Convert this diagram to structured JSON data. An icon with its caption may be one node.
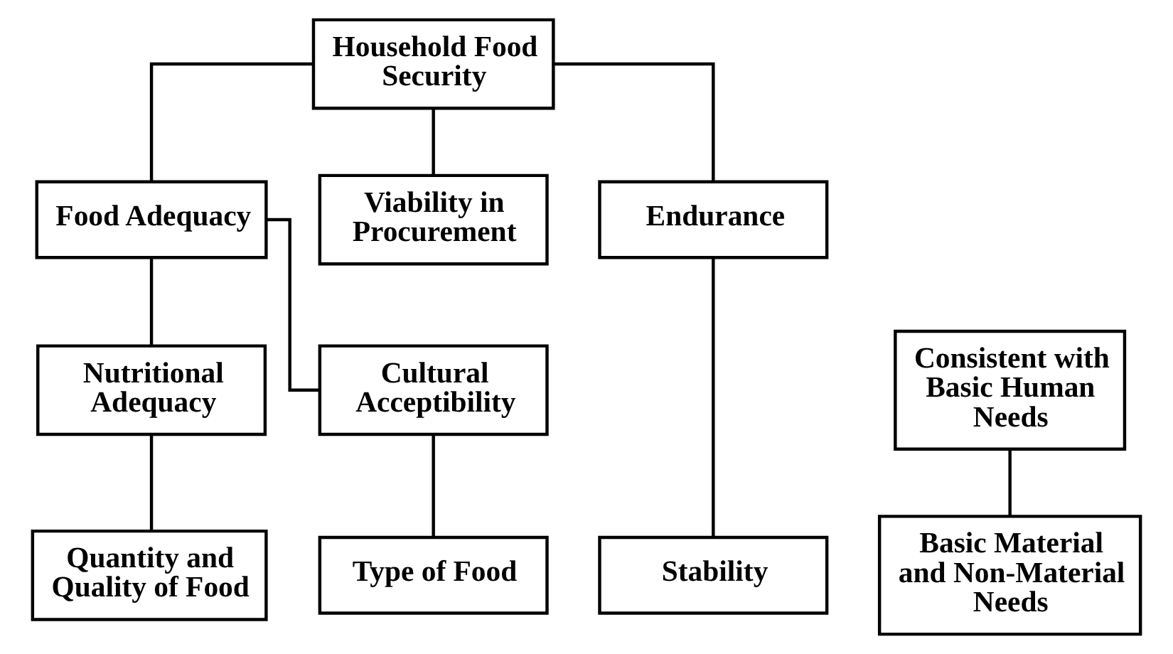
{
  "diagram": {
    "nodes": [
      {
        "text": [
          "Household Food Security"
        ]
      },
      {
        "text": [
          "Food Adequacy"
        ]
      },
      {
        "text": [
          "Viability in Procurement"
        ]
      },
      {
        "text": [
          "Endurance"
        ]
      },
      {
        "text": [
          "Nutritional Adequacy"
        ]
      },
      {
        "text": [
          "Cultural Acceptibility"
        ]
      },
      {
        "text": [
          "Consistent with Basic Human Needs"
        ]
      },
      {
        "text": [
          "Quantity and Quality of Food"
        ]
      },
      {
        "text": [
          "Type of Food"
        ]
      },
      {
        "text": [
          "Basic Material and Non-Material Needs"
        ]
      },
      {
        "text": [
          "Stability"
        ]
      }
    ],
    "edges": [
      {
        "from": 0,
        "to": 1,
        "arrow": "none"
      },
      {
        "from": 0,
        "to": 2,
        "arrow": "none"
      },
      {
        "from": 0,
        "to": 3,
        "arrow": "none"
      },
      {
        "from": 1,
        "to": 4,
        "arrow": "none"
      },
      {
        "from": 1,
        "to": 5,
        "arrow": "none"
      },
      {
        "from": 4,
        "to": 7,
        "arrow": "none"
      },
      {
        "from": 5,
        "to": 8,
        "arrow": "none"
      },
      {
        "from": 6,
        "to": 9,
        "arrow": "none"
      },
      {
        "from": 3,
        "to": 10,
        "arrow": "none"
      }
    ]
  }
}
